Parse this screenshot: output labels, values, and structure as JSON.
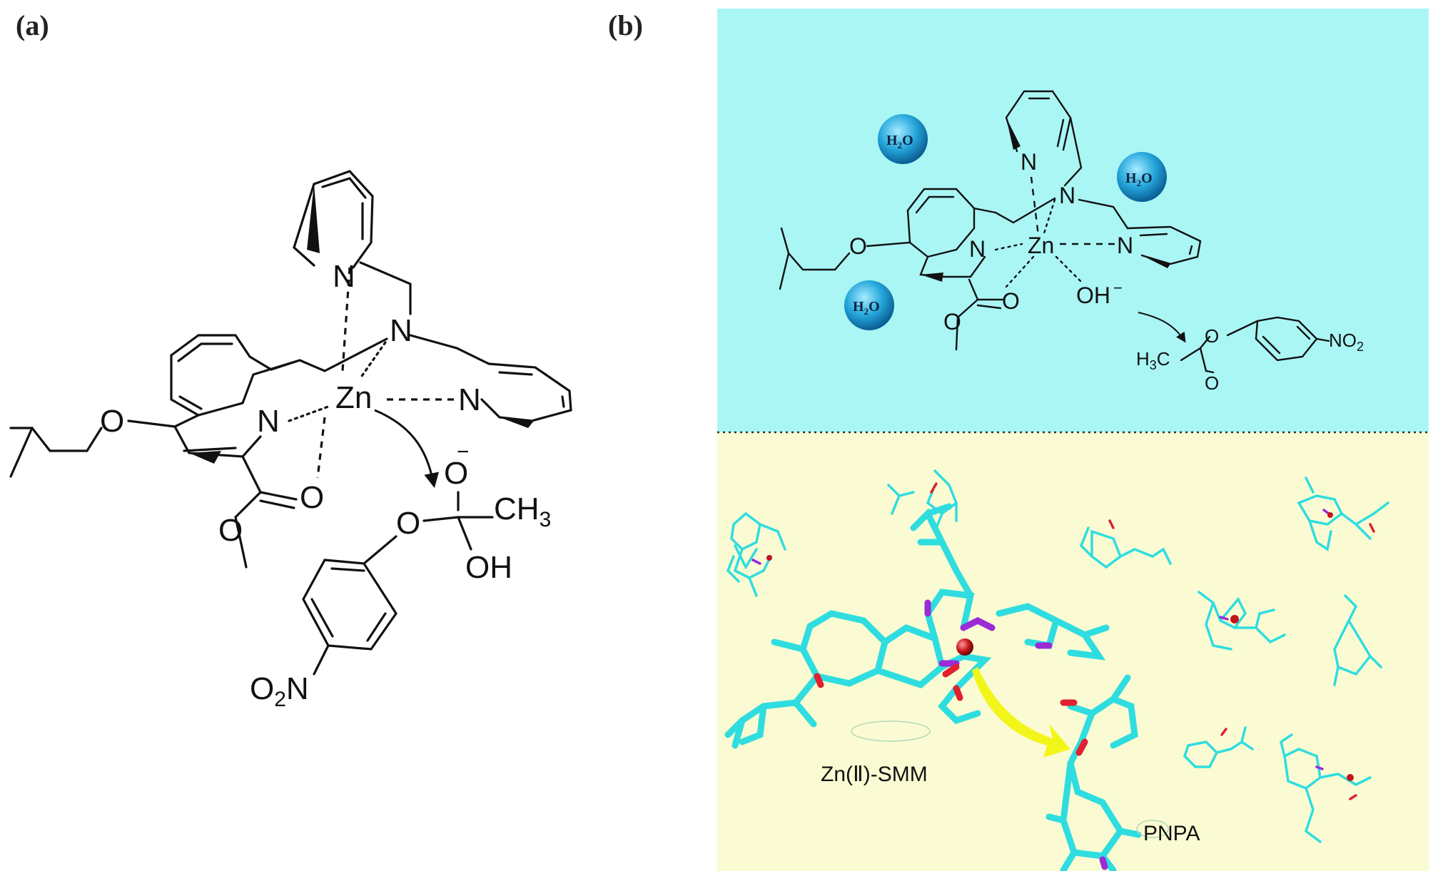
{
  "panels": {
    "a": {
      "label": "(a)"
    },
    "b": {
      "label": "(b)"
    }
  },
  "panel_a": {
    "atoms": {
      "zn": "Zn",
      "n_amine": "N",
      "n_py_top": "N",
      "n_py_right": "N",
      "n_quin": "N",
      "o_ether": "O",
      "o_carbonyl": "O",
      "o_ester": "O",
      "o_minus": "O",
      "minus": "−",
      "o_aryl": "O",
      "ch3": "CH",
      "ch3_sub": "3",
      "oh": "OH",
      "no2_o": "O",
      "no2_sub": "2",
      "no2_n": "N"
    }
  },
  "panel_b": {
    "water_labels": [
      {
        "h": "H",
        "sub": "2",
        "o": "O"
      },
      {
        "h": "H",
        "sub": "2",
        "o": "O"
      },
      {
        "h": "H",
        "sub": "2",
        "o": "O"
      }
    ],
    "atoms": {
      "zn": "Zn",
      "n_amine": "N",
      "n_py_top": "N",
      "n_py_right": "N",
      "n_quin": "N",
      "o_ether": "O",
      "o_carbonyl": "O",
      "o_ester": "O",
      "oh": "OH",
      "oh_charge": "−",
      "h3c": "H",
      "h3c_sub": "3",
      "h3c_c": "C",
      "o_link": "O",
      "o_down": "O",
      "no2": "NO",
      "no2_sub": "2"
    },
    "labels": {
      "catalyst": "Zn(Ⅱ)-SMM",
      "substrate": "PNPA"
    },
    "colors": {
      "top_background": "#a9f6f5",
      "bottom_background": "#fafbd2",
      "carbon": "#2fdde0",
      "nitrogen": "#9a2bd6",
      "oxygen": "#e0212f",
      "zinc": "#c4151b",
      "arrow": "#f2f51a"
    }
  }
}
